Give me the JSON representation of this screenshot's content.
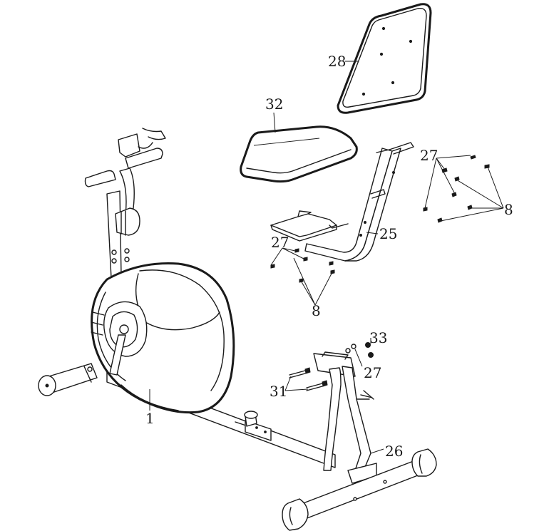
{
  "callouts": {
    "c28": "28",
    "c32": "32",
    "c27a": "27",
    "c25": "25",
    "c8a": "8",
    "c27b": "27",
    "c8b": "8",
    "c33": "33",
    "c27c": "27",
    "c31": "31",
    "c1": "1",
    "c26": "26"
  }
}
